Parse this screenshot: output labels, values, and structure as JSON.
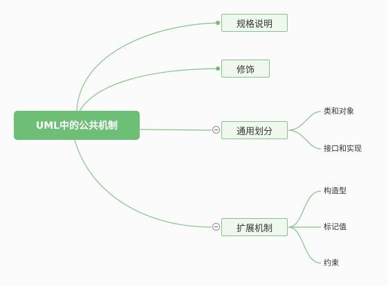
{
  "mindmap": {
    "root": {
      "label": "UML中的公共机制"
    },
    "branches": [
      {
        "label": "规格说明"
      },
      {
        "label": "修饰"
      },
      {
        "label": "通用划分",
        "children": [
          "类和对象",
          "接口和实现"
        ]
      },
      {
        "label": "扩展机制",
        "children": [
          "构造型",
          "标记值",
          "约束"
        ]
      }
    ],
    "colors": {
      "root_fill": "#6cbf75",
      "node_fill": "#eff8ec",
      "node_border": "#83c48b",
      "line": "#7fc486"
    }
  }
}
